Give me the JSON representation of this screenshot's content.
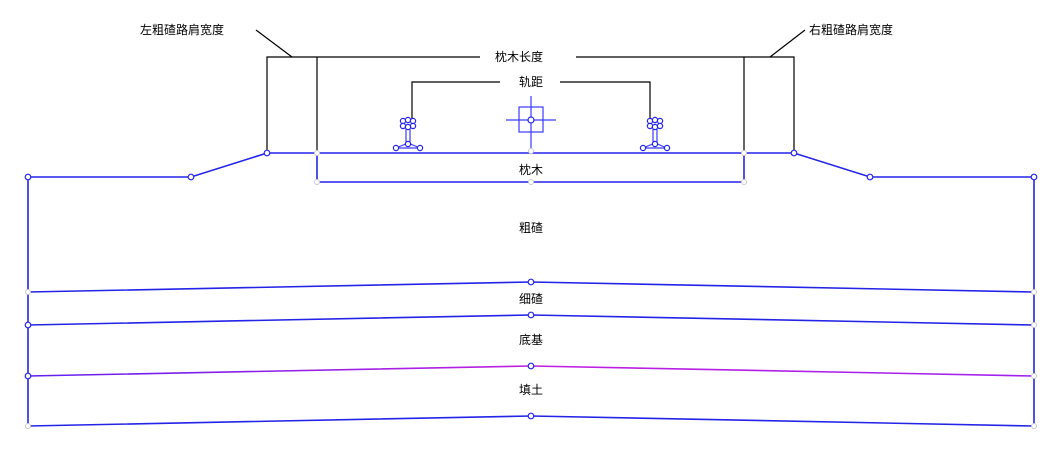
{
  "diagram": {
    "title": "Railway ballasted track cross-section",
    "labels": {
      "left_shoulder_width": "左粗碴路肩宽度",
      "right_shoulder_width": "右粗碴路肩宽度",
      "sleeper_length": "枕木长度",
      "track_gauge": "轨距",
      "sleeper": "枕木",
      "coarse_ballast": "粗碴",
      "fine_ballast": "细碴",
      "subgrade_bed": "底基",
      "fill": "填土"
    },
    "layers": [
      {
        "name": "枕木",
        "color": "#2424e8"
      },
      {
        "name": "粗碴",
        "color": "#2424e8"
      },
      {
        "name": "细碴",
        "color": "#2424e8"
      },
      {
        "name": "底基",
        "color": "#2424e8"
      },
      {
        "name": "填土",
        "color": "#b020e0"
      }
    ],
    "colors": {
      "structure": "#2424e8",
      "fill_top": "#b020e0",
      "dimension": "#000000",
      "inactive_node": "#c8c8d0"
    }
  }
}
